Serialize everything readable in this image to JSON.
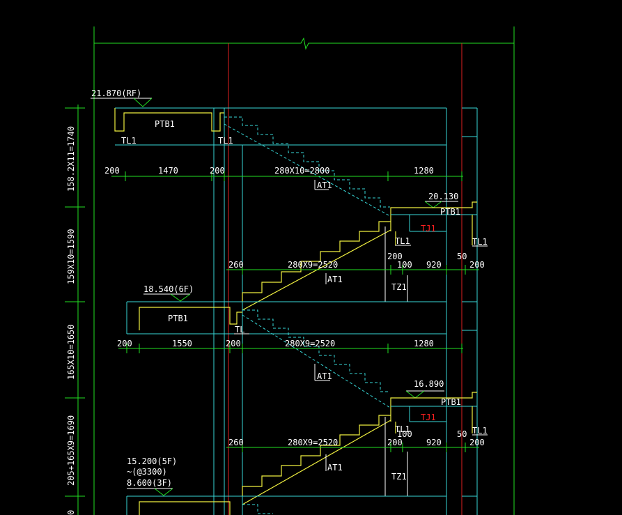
{
  "elevations": {
    "rf": "21.870(RF)",
    "mid_upper": "20.130",
    "f6": "18.540(6F)",
    "mid_lower": "16.890",
    "f5": "15.200(5F)",
    "repeat": "~(@3300)",
    "f3": "8.600(3F)"
  },
  "vertical_dims": {
    "d1": "158.2X11=1740",
    "d2": "159X10=1590",
    "d3": "165X10=1650",
    "d4": "205+165X9=1690",
    "d5": "0"
  },
  "row1": {
    "a": "200",
    "b": "1470",
    "c": "200",
    "d": "280X10=2800",
    "e": "1280"
  },
  "row2": {
    "a": "260",
    "b": "280X9=2520",
    "c": "200",
    "d": "100",
    "e": "920",
    "f": "50",
    "g": "200"
  },
  "row3": {
    "a": "200",
    "b": "1550",
    "c": "200",
    "d": "280X9=2520",
    "e": "1280"
  },
  "row4": {
    "a": "260",
    "b": "280X9=2520",
    "c": "200",
    "d": "100",
    "e": "920",
    "f": "50",
    "g": "200"
  },
  "labels": {
    "ptb1": "PTB1",
    "tl1": "TL1",
    "at1": "AT1",
    "tz1": "TZ1",
    "tj1": "TJ1",
    "tl": "TL"
  },
  "colors": {
    "background": "#000000",
    "dimension": "#22e022",
    "structure": "#38d8d8",
    "stair": "#f0f040",
    "axis": "#e02020"
  }
}
